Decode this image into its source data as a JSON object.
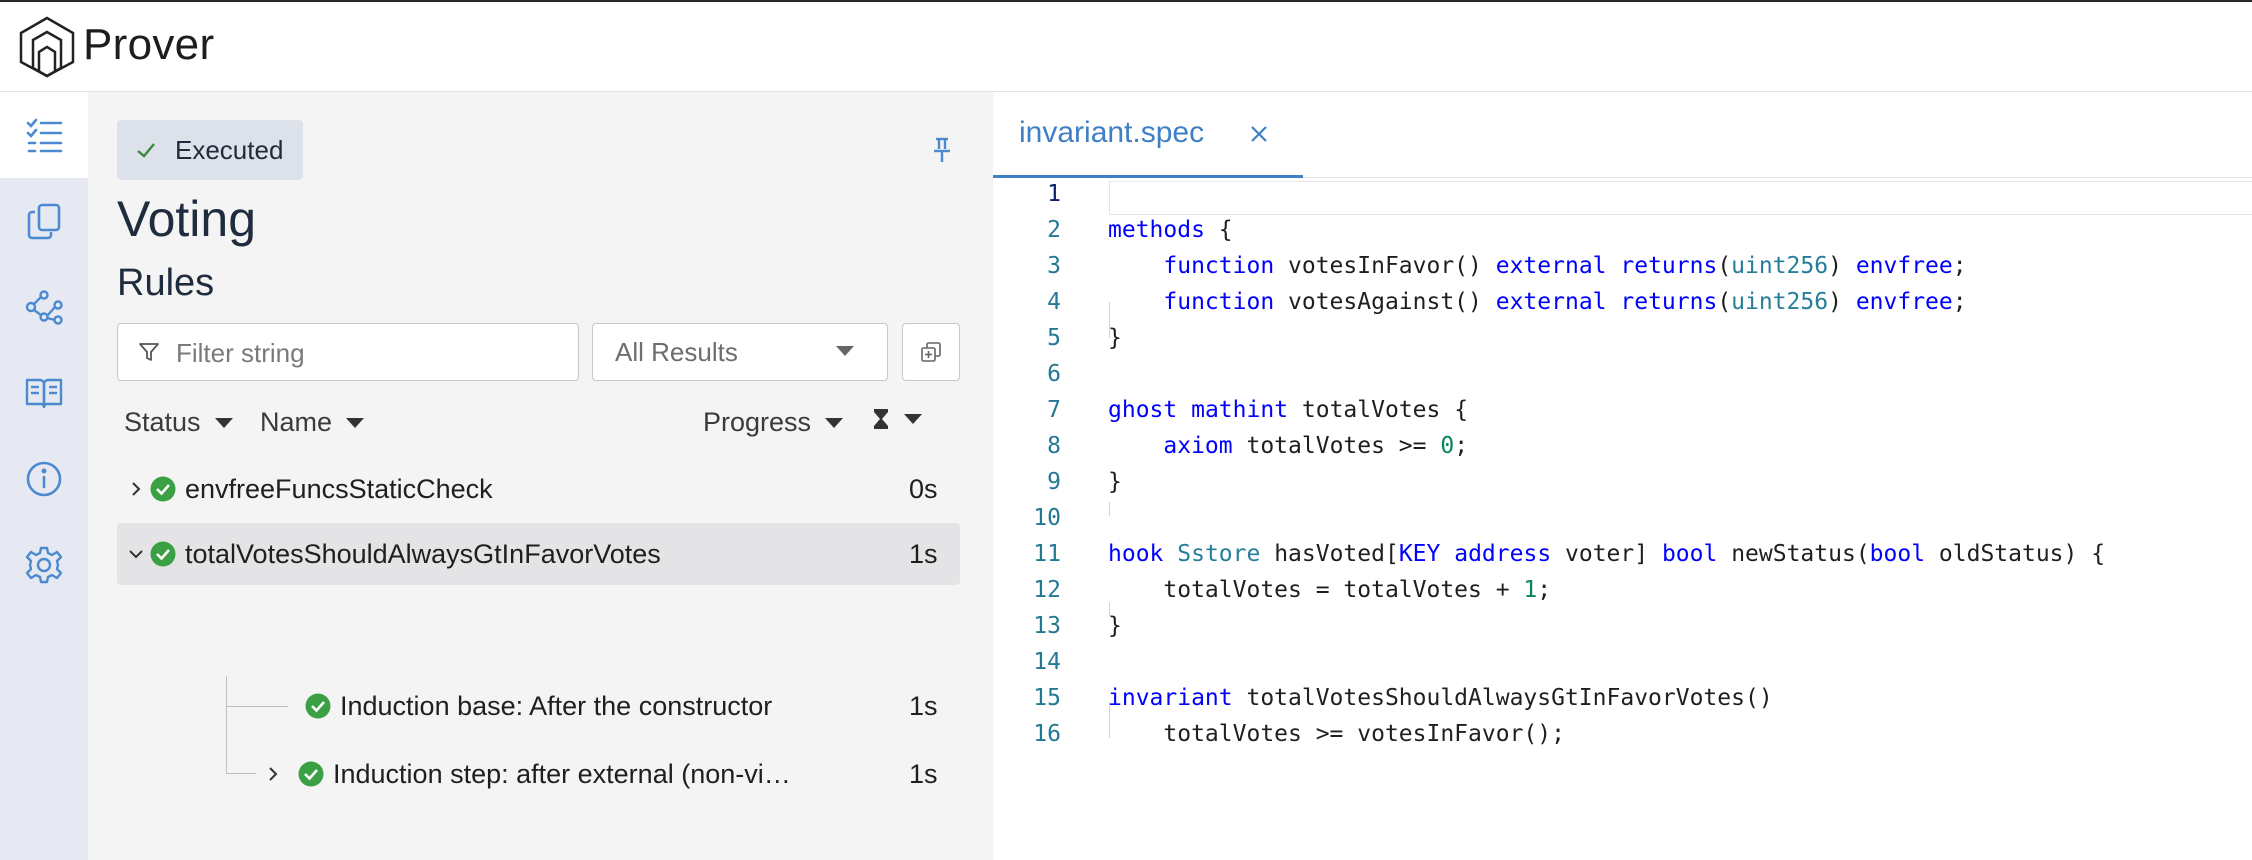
{
  "header": {
    "brand": "Prover"
  },
  "rail": {
    "items": [
      "rules-list-icon",
      "files-icon",
      "graph-icon",
      "docs-icon",
      "info-icon",
      "settings-icon"
    ],
    "active": "rules-list-icon"
  },
  "panel": {
    "status_badge": "Executed",
    "title": "Voting",
    "section": "Rules",
    "filter_placeholder": "Filter string",
    "results_select": "All Results",
    "columns": {
      "status": "Status",
      "name": "Name",
      "progress": "Progress"
    },
    "rows": [
      {
        "name": "envfreeFuncsStaticCheck",
        "time": "0s",
        "expanded": false
      },
      {
        "name": "totalVotesShouldAlwaysGtInFavorVotes",
        "time": "1s",
        "expanded": true,
        "selected": true
      },
      {
        "name": "Induction base: After the constructor",
        "time": "1s"
      },
      {
        "name": "Induction step: after external (non-vi…",
        "time": "1s",
        "expanded": false
      }
    ]
  },
  "editor": {
    "tab": "invariant.spec",
    "line_numbers": [
      "1",
      "2",
      "3",
      "4",
      "5",
      "6",
      "7",
      "8",
      "9",
      "10",
      "11",
      "12",
      "13",
      "14",
      "15",
      "16"
    ],
    "colors": {
      "keyword": "#0000ff",
      "type": "#267f99",
      "number": "#098658",
      "line_number": "#237893"
    }
  }
}
